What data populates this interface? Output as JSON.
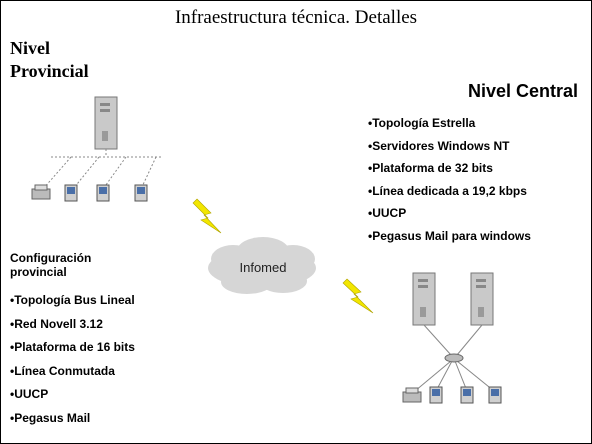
{
  "title": "Infraestructura técnica. Detalles",
  "provincial": {
    "heading_line1": "Nivel",
    "heading_line2": "Provincial",
    "config_line1": "Configuración",
    "config_line2": "provincial",
    "items": [
      "•Topología Bus Lineal",
      "•Red Novell 3.12",
      "•Plataforma de 16 bits",
      "•Línea Conmutada",
      "•UUCP",
      "•Pegasus Mail"
    ]
  },
  "central": {
    "heading": "Nivel Central",
    "items": [
      "•Topología Estrella",
      "•Servidores Windows NT",
      "•Plataforma de 32 bits",
      "•Línea dedicada a 19,2 kbps",
      "•UUCP",
      "•Pegasus Mail para windows"
    ]
  },
  "cloud_label": "Infomed",
  "icons": [
    "server-icon",
    "workstation-icon",
    "printer-icon",
    "hub-icon",
    "lightning-icon",
    "cloud-icon"
  ],
  "colors": {
    "server_body": "#c9c9c9",
    "cloud_fill": "#d6d6d6",
    "lightning": "#f2e600"
  }
}
